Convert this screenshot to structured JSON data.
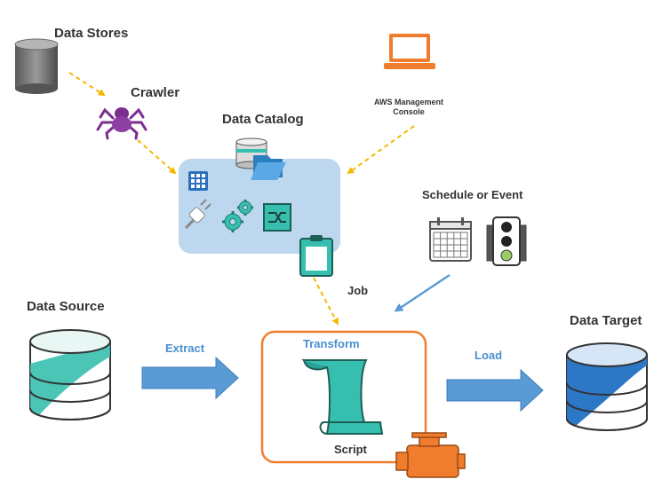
{
  "labels": {
    "data_stores": "Data Stores",
    "crawler": "Crawler",
    "data_catalog": "Data Catalog",
    "aws_console": "AWS Management Console",
    "schedule_event": "Schedule or Event",
    "job": "Job",
    "data_source": "Data Source",
    "extract": "Extract",
    "transform": "Transform",
    "script": "Script",
    "load": "Load",
    "data_target": "Data Target"
  },
  "icons": {
    "data_stores": "gray-database-icon",
    "crawler": "purple-spider-icon",
    "console": "orange-laptop-icon",
    "catalog_db": "database-folder-icon",
    "table": "table-grid-icon",
    "connection": "plug-icon",
    "classifier": "gears-icon",
    "transform": "shuffle-icon",
    "job": "clipboard-icon",
    "calendar": "calendar-icon",
    "trigger": "traffic-light-icon",
    "source": "teal-database-icon",
    "script": "scroll-icon",
    "engine": "orange-engine-icon",
    "target": "blue-database-icon"
  },
  "colors": {
    "catalog_panel": "#bcd7ee",
    "teal": "#36bfae",
    "orange": "#f07d2e",
    "purple": "#7a2e8e",
    "blue_arrow": "#5b9bd5",
    "dashed_arrow": "#f5b800",
    "label_blue": "#4a8fce"
  }
}
